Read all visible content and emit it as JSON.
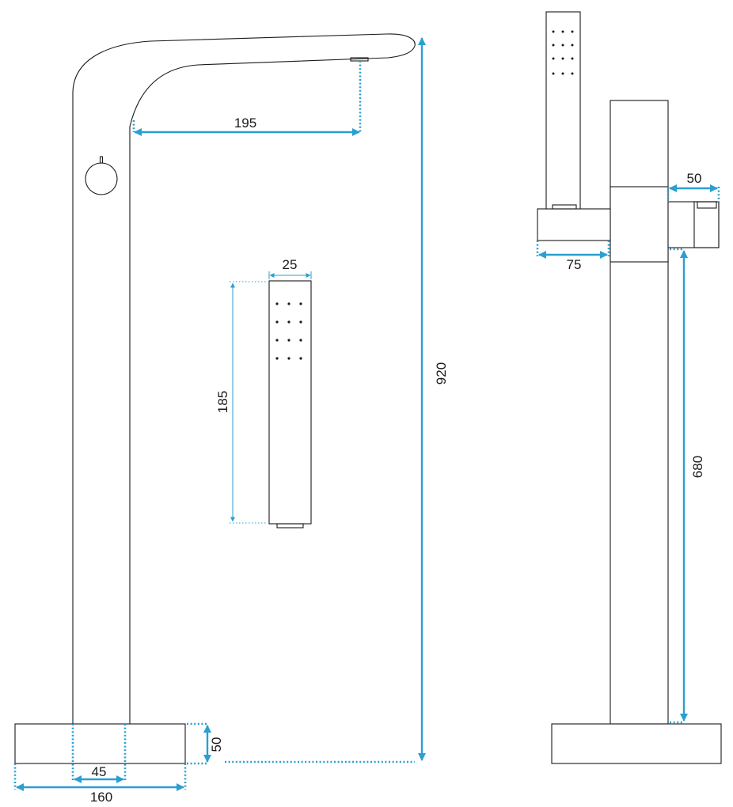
{
  "dimensions": {
    "spout_reach": "195",
    "hand_shower_width": "25",
    "hand_shower_length": "185",
    "total_height": "920",
    "base_height": "50",
    "column_width": "45",
    "base_width": "160",
    "holder_depth": "50",
    "side_arm_length": "75",
    "holder_height": "680"
  },
  "colors": {
    "dimension_line": "#2a9fd0",
    "outline": "#1a1a1a"
  }
}
